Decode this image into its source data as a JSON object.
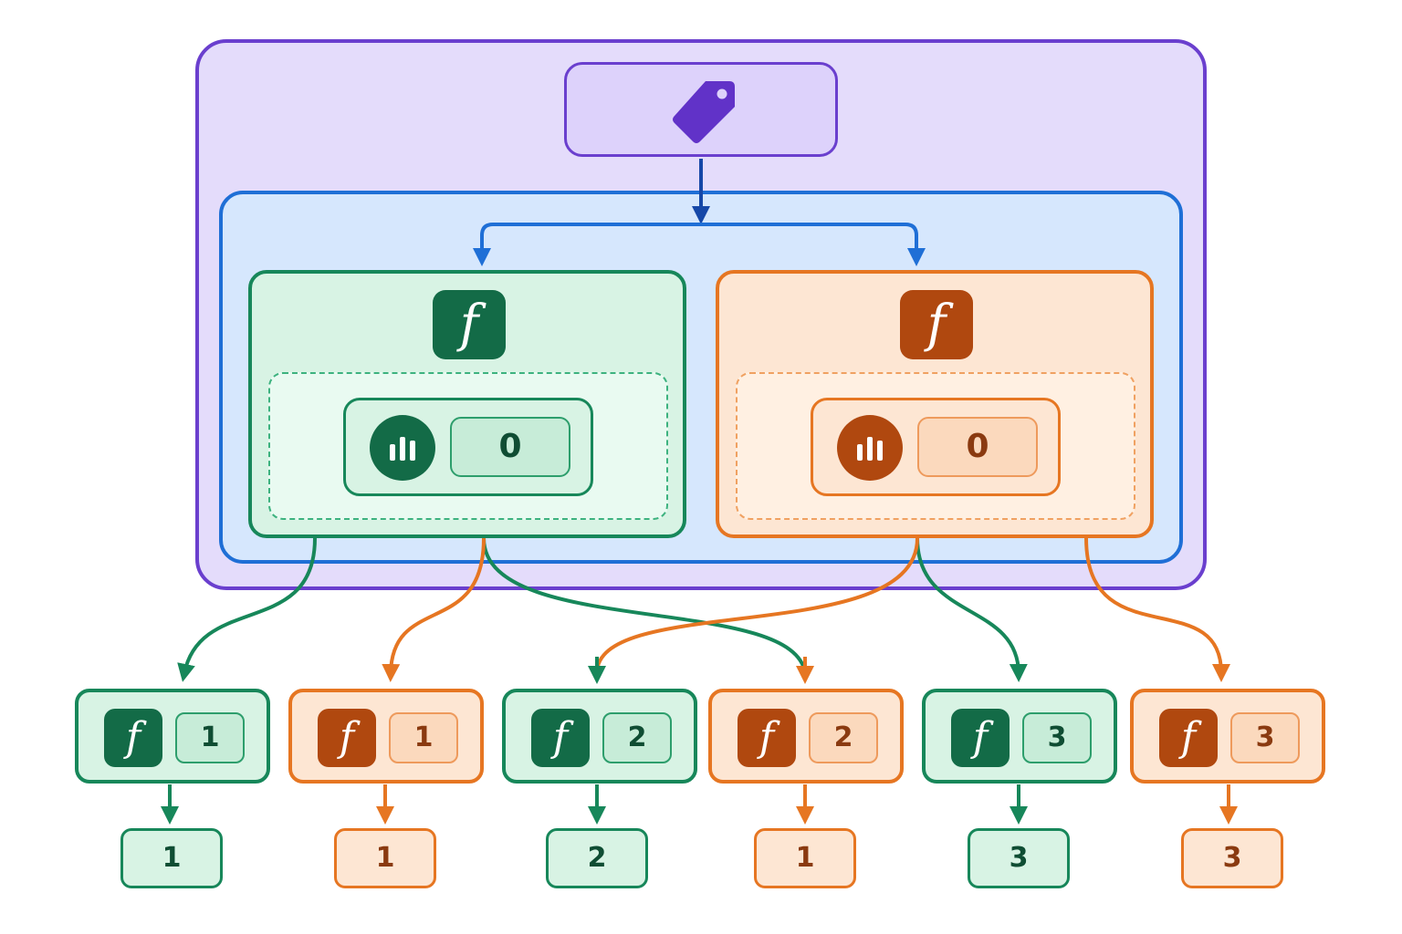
{
  "colors": {
    "outer": "#6a3fce",
    "scope": "#1f6fd6",
    "green": "#17875a",
    "green_dark": "#136b47",
    "orange": "#e67622",
    "orange_dark": "#b0480f"
  },
  "top": {
    "icon": "tag-icon"
  },
  "instances": [
    {
      "color": "green",
      "icon": "function-icon",
      "glyph": "f",
      "state_icon": "bar-chart-icon",
      "value": "0"
    },
    {
      "color": "orange",
      "icon": "function-icon",
      "glyph": "f",
      "state_icon": "bar-chart-icon",
      "value": "0"
    }
  ],
  "calls": [
    {
      "color": "green",
      "glyph": "f",
      "arg": "1",
      "result": "1"
    },
    {
      "color": "orange",
      "glyph": "f",
      "arg": "1",
      "result": "1"
    },
    {
      "color": "green",
      "glyph": "f",
      "arg": "2",
      "result": "2"
    },
    {
      "color": "orange",
      "glyph": "f",
      "arg": "2",
      "result": "1"
    },
    {
      "color": "green",
      "glyph": "f",
      "arg": "3",
      "result": "3"
    },
    {
      "color": "orange",
      "glyph": "f",
      "arg": "3",
      "result": "3"
    }
  ]
}
